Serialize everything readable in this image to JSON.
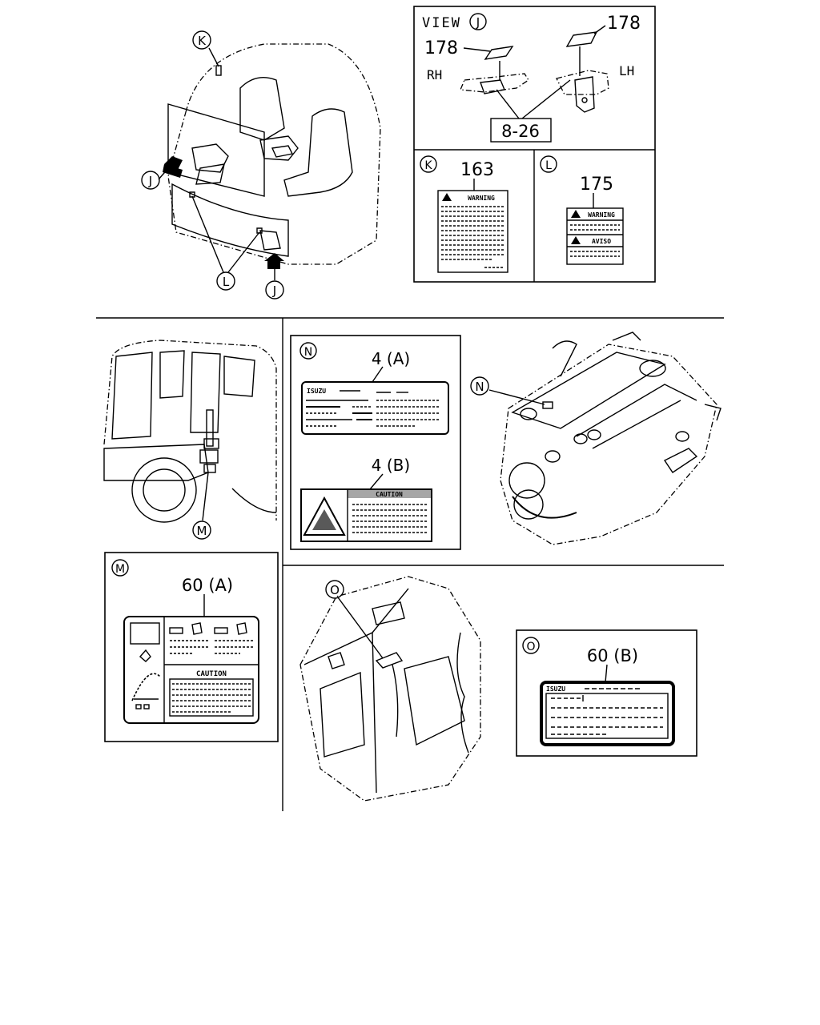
{
  "callouts": {
    "K": "K",
    "L": "L",
    "J": "J",
    "M": "M",
    "N": "N",
    "O": "O"
  },
  "view_j": {
    "view_word": "VIEW",
    "view_letter": "J",
    "part_rh": "178",
    "part_lh": "178",
    "side_rh": "RH",
    "side_lh": "LH",
    "ref_box": "8-26"
  },
  "box_k": {
    "part": "163",
    "label_title": "WARNING"
  },
  "box_l": {
    "part": "175",
    "label_title_1": "WARNING",
    "label_title_2": "AVISO"
  },
  "box_n": {
    "part_a": "4 (A)",
    "part_b": "4 (B)",
    "brand": "ISUZU",
    "caution": "CAUTION"
  },
  "box_m": {
    "part": "60 (A)",
    "caution": "CAUTION"
  },
  "box_o": {
    "part": "60 (B)",
    "brand": "ISUZU"
  }
}
